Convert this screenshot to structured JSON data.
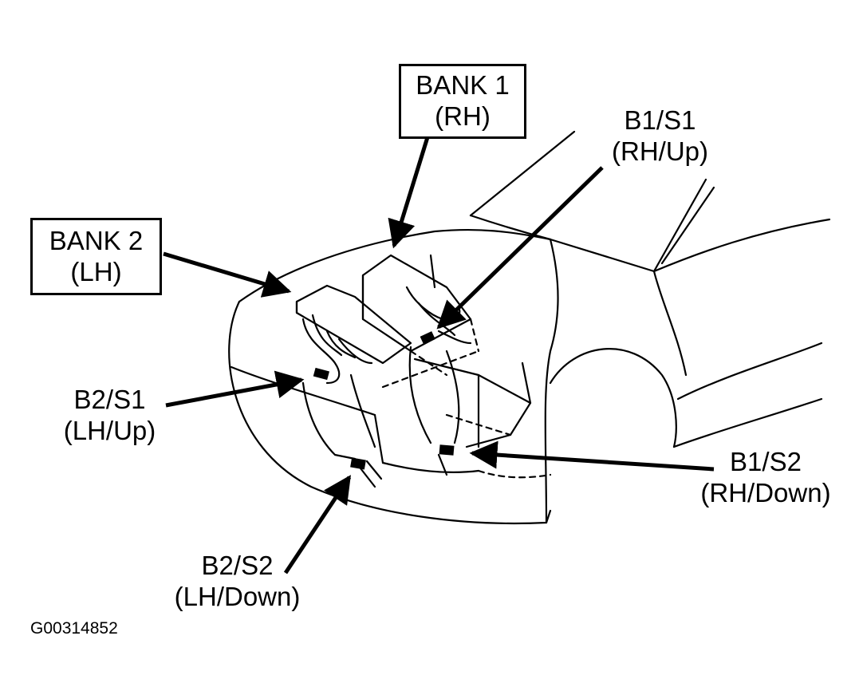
{
  "labels": {
    "bank1": {
      "line1": "BANK 1",
      "line2": "(RH)"
    },
    "bank2": {
      "line1": "BANK 2",
      "line2": "(LH)"
    },
    "b1s1": {
      "line1": "B1/S1",
      "line2": "(RH/Up)"
    },
    "b2s1": {
      "line1": "B2/S1",
      "line2": "(LH/Up)"
    },
    "b1s2": {
      "line1": "B1/S2",
      "line2": "(RH/Down)"
    },
    "b2s2": {
      "line1": "B2/S2",
      "line2": "(LH/Down)"
    }
  },
  "figure_id": "G00314852",
  "colors": {
    "ink": "#000000",
    "paper": "#ffffff"
  }
}
